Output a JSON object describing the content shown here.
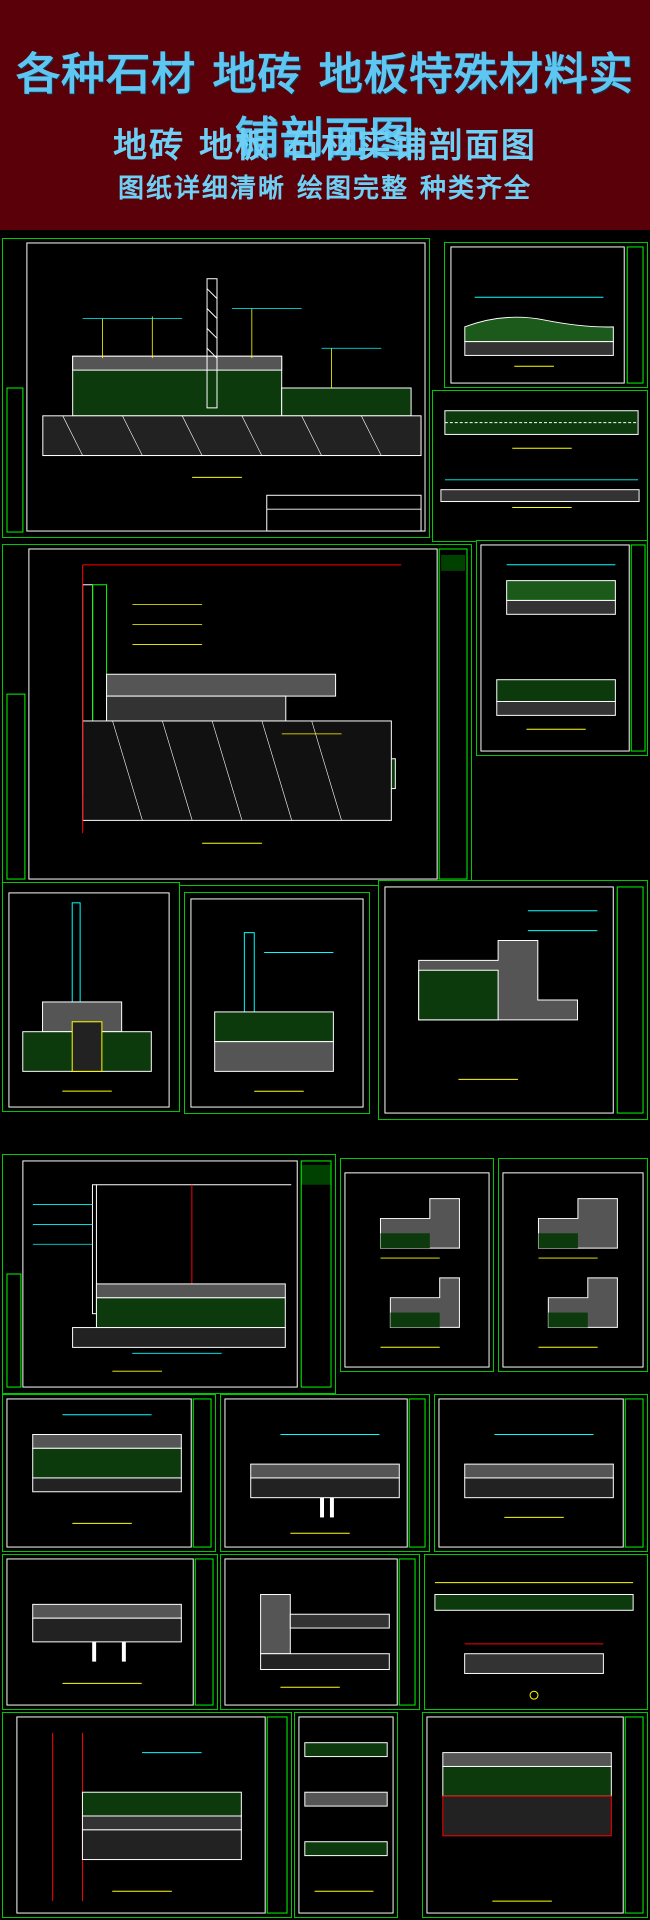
{
  "banner": {
    "title": "各种石材 地砖 地板特殊材料实铺剖面图",
    "subtitle": "地砖 地板 石材实铺剖面图",
    "tagline": "图纸详细清晰 绘图完整 种类齐全"
  },
  "colors": {
    "banner_bg": "#5a0008",
    "title_text": "#5fc6f2",
    "sheet_border": "#00c800",
    "canvas_bg": "#000000"
  }
}
